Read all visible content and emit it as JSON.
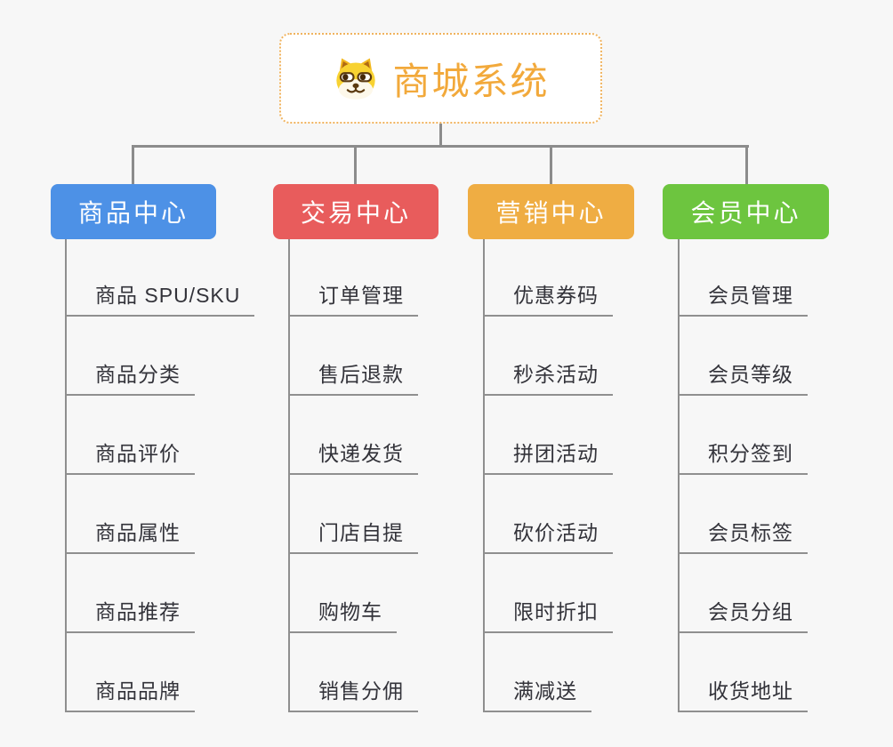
{
  "page": {
    "background": "#f7f7f7",
    "connector_color": "#8c8c8c"
  },
  "root": {
    "title": "商城系统",
    "icon": "shiba-dog-emoji",
    "title_color": "#f2a93b",
    "border_color": "#f0b35e",
    "background": "#ffffff"
  },
  "item_style": {
    "text_color": "#33333a",
    "line_color": "#8f8f8f"
  },
  "branches": [
    {
      "label": "商品中心",
      "color": "#4d91e6",
      "items": [
        "商品 SPU/SKU",
        "商品分类",
        "商品评价",
        "商品属性",
        "商品推荐",
        "商品品牌"
      ]
    },
    {
      "label": "交易中心",
      "color": "#e85c5c",
      "items": [
        "订单管理",
        "售后退款",
        "快递发货",
        "门店自提",
        "购物车",
        "销售分佣"
      ]
    },
    {
      "label": "营销中心",
      "color": "#efad43",
      "items": [
        "优惠券码",
        "秒杀活动",
        "拼团活动",
        "砍价活动",
        "限时折扣",
        "满减送"
      ]
    },
    {
      "label": "会员中心",
      "color": "#6dc53f",
      "items": [
        "会员管理",
        "会员等级",
        "积分签到",
        "会员标签",
        "会员分组",
        "收货地址"
      ]
    }
  ]
}
